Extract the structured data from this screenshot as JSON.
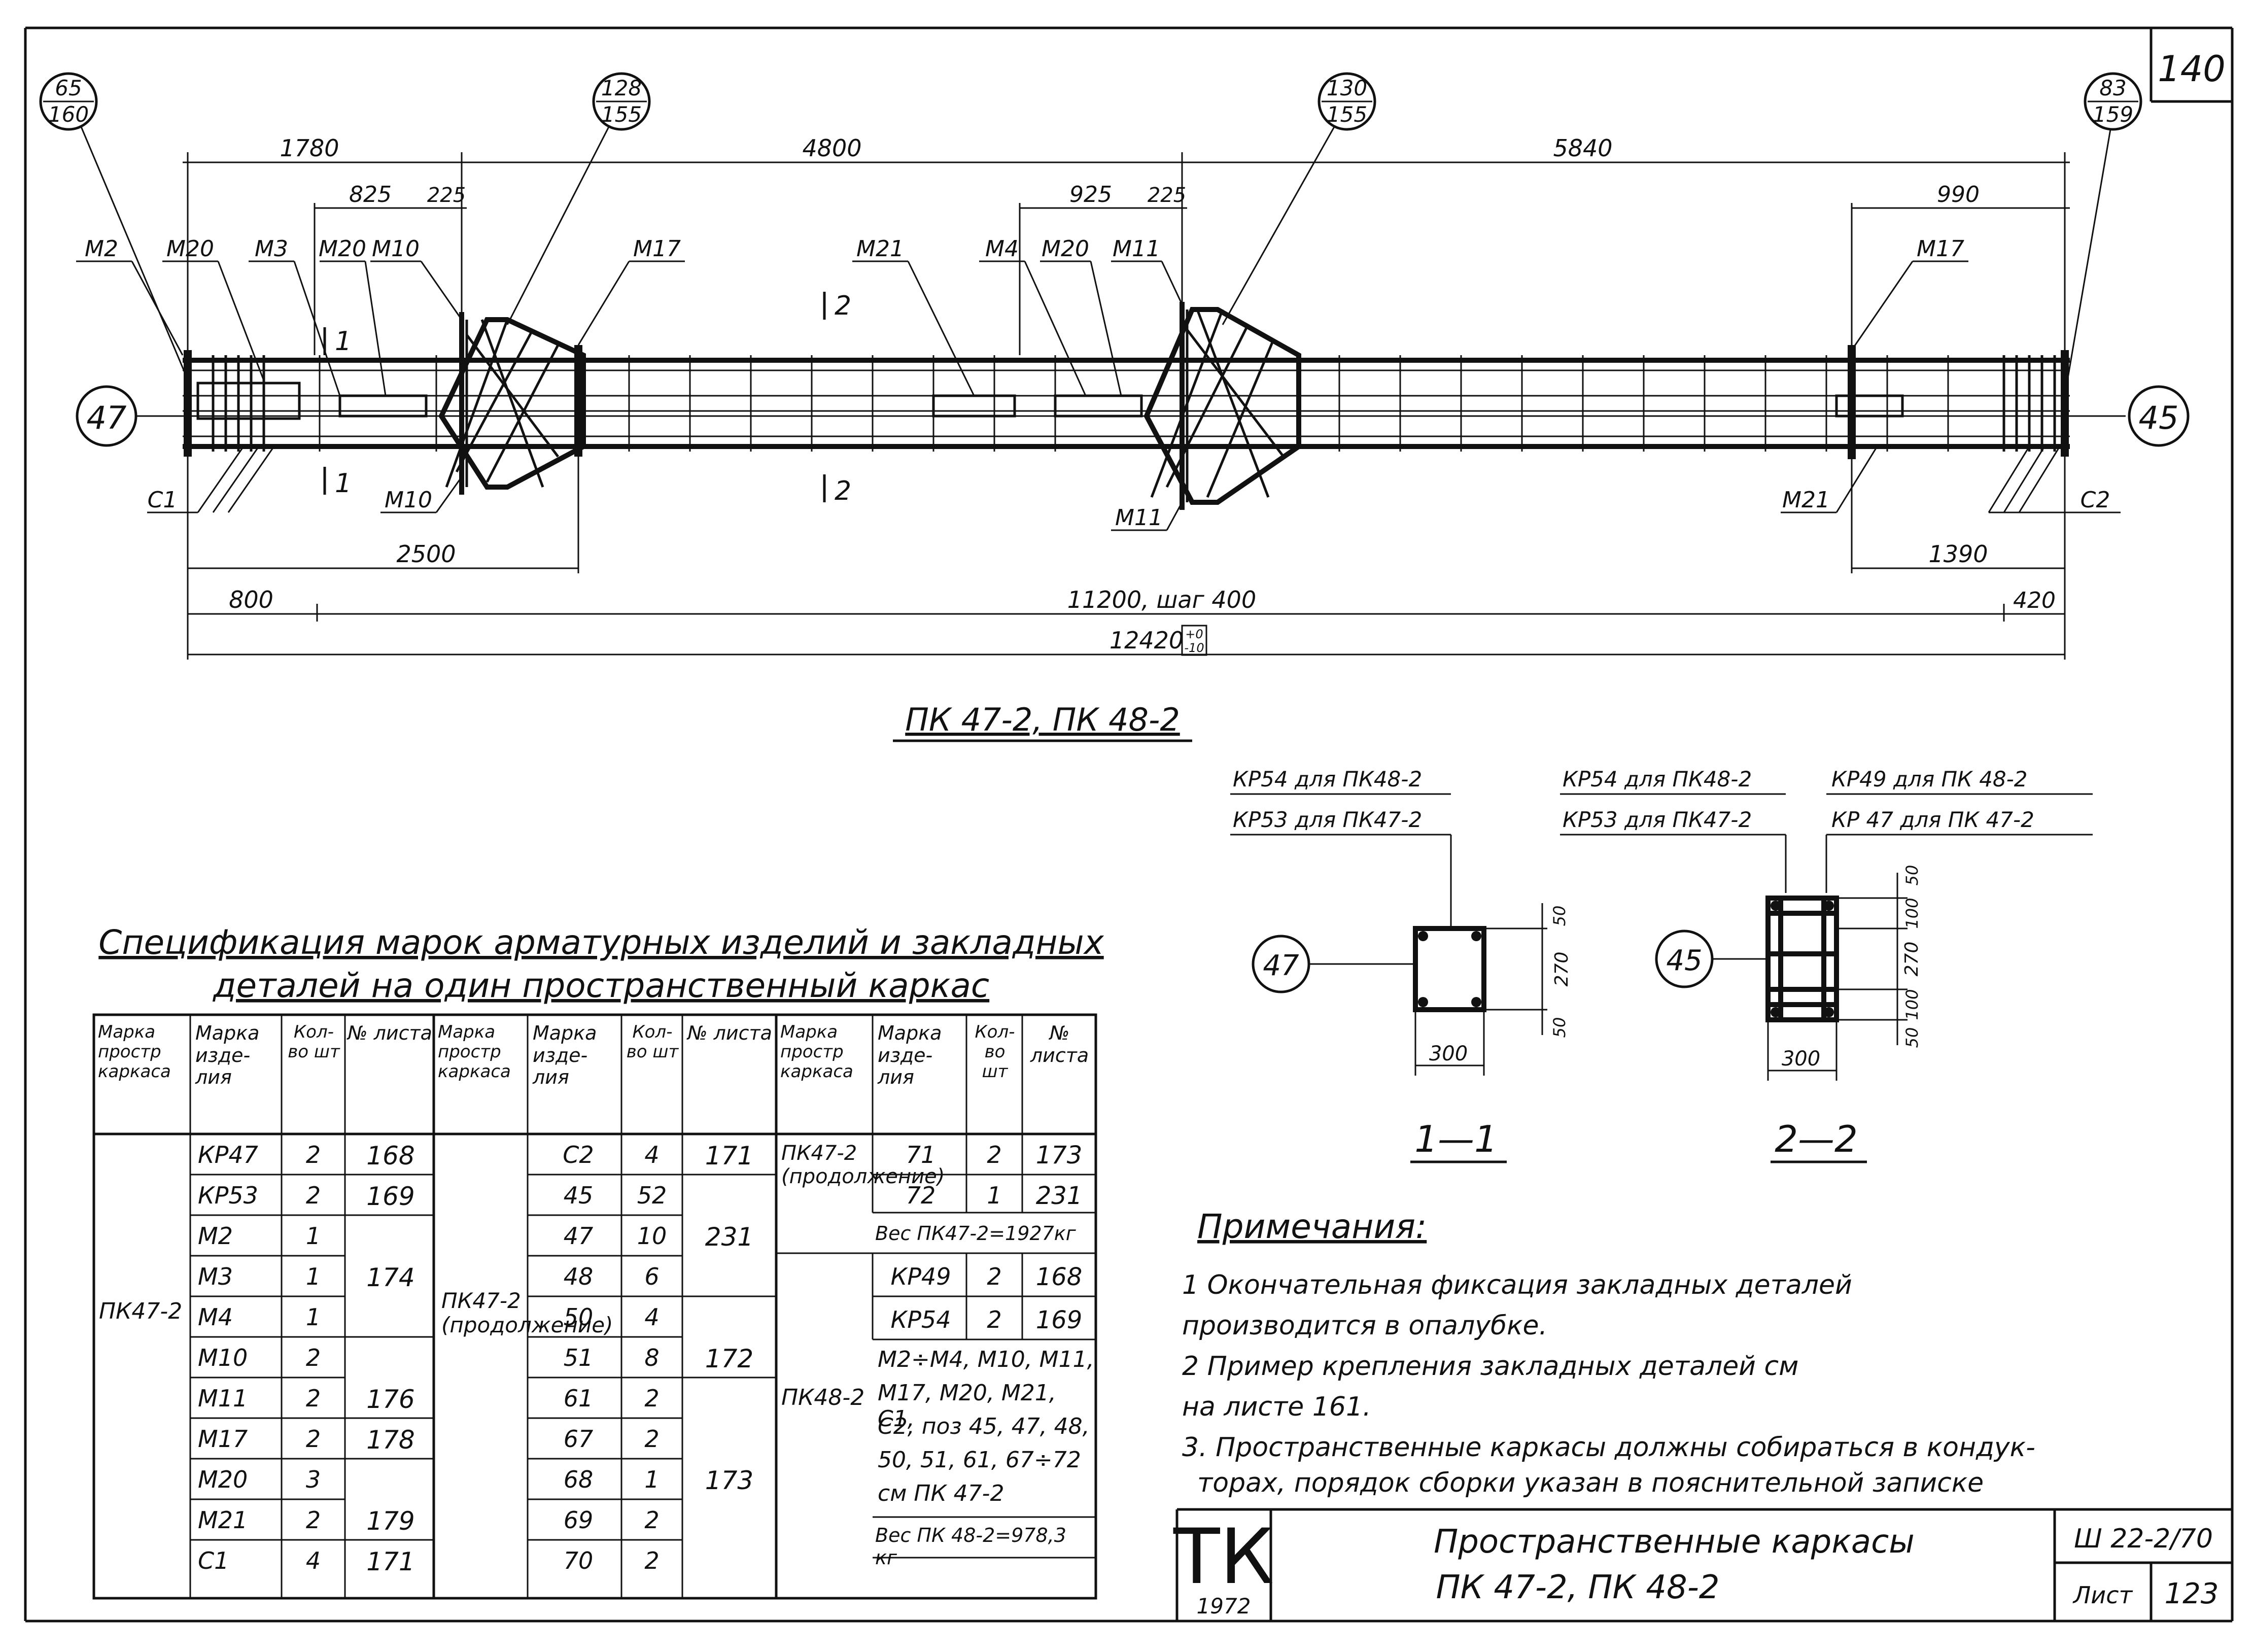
{
  "sheet": {
    "page_number": "140",
    "drawing_code": "Ш 22-2/70",
    "sheet_label": "Лист",
    "sheet_number": "123",
    "org_logo": "ТК",
    "year": "1972",
    "title_line1": "Пространственные каркасы",
    "title_line2": "ПК 47-2, ПК 48-2"
  },
  "elevation": {
    "caption": "ПК 47-2, ПК 48-2",
    "axis_left": "47",
    "axis_right": "45",
    "callout_left": {
      "top": "65",
      "bottom": "160"
    },
    "callout_mid1": {
      "top": "128",
      "bottom": "155"
    },
    "callout_mid2": {
      "top": "130",
      "bottom": "155"
    },
    "callout_right": {
      "top": "83",
      "bottom": "159"
    },
    "dims_top": {
      "d1780": "1780",
      "d4800": "4800",
      "d5840": "5840",
      "d825": "825",
      "d225a": "225",
      "d925": "925",
      "d225b": "225",
      "d990": "990"
    },
    "dims_bottom": {
      "d2500": "2500",
      "d1390": "1390",
      "d800": "800",
      "d11200": "11200, шаг 400",
      "d420": "420",
      "d12420": "12420",
      "tol_plus": "+0",
      "tol_minus": "-10"
    },
    "marks_top": {
      "m2": "М2",
      "m20a": "М20",
      "m3": "М3",
      "m20b": "М20",
      "m10": "М10",
      "m17a": "М17",
      "m21": "М21",
      "m4": "М4",
      "m20c": "М20",
      "m11": "М11",
      "m17b": "М17"
    },
    "marks_bottom": {
      "c1": "С1",
      "m10": "М10",
      "m11": "М11",
      "m21": "М21",
      "c2": "С2"
    },
    "section_marks": {
      "s1": "1",
      "s2": "2"
    }
  },
  "section_11": {
    "caption": "1—1",
    "axis": "47",
    "label_kr54": "КР54 для ПК48-2",
    "label_kr53": "КР53 для ПК47-2",
    "dim_width": "300",
    "dim_height": "270",
    "dim_top": "50",
    "dim_bottom": "50"
  },
  "section_22": {
    "caption": "2—2",
    "axis": "45",
    "label_kr54": "КР54 для ПК48-2",
    "label_kr53": "КР53 для ПК47-2",
    "label_kr49": "КР49 для ПК 48-2",
    "label_kr47": "КР 47 для ПК 47-2",
    "dim_width": "300",
    "dims_right": [
      "50",
      "100",
      "270",
      "100",
      "50"
    ]
  },
  "spec": {
    "title_line1": "Спецификация марок арматурных изделий и закладных",
    "title_line2": "деталей на один пространственный каркас",
    "header": {
      "marka_prostr": "Марка простр каркаса",
      "marka_izd": "Марка изде-лия",
      "kol": "Кол-во шт",
      "list": "№ листа"
    },
    "group1_label": "ПК47-2",
    "group1_rows": [
      {
        "mark": "КР47",
        "qty": "2",
        "sheet": "168"
      },
      {
        "mark": "КР53",
        "qty": "2",
        "sheet": "169"
      },
      {
        "mark": "М2",
        "qty": "1",
        "sheet": ""
      },
      {
        "mark": "М3",
        "qty": "1",
        "sheet": "174"
      },
      {
        "mark": "М4",
        "qty": "1",
        "sheet": ""
      },
      {
        "mark": "М10",
        "qty": "2",
        "sheet": ""
      },
      {
        "mark": "М11",
        "qty": "2",
        "sheet": "176"
      },
      {
        "mark": "М17",
        "qty": "2",
        "sheet": "178"
      },
      {
        "mark": "М20",
        "qty": "3",
        "sheet": ""
      },
      {
        "mark": "М21",
        "qty": "2",
        "sheet": "179"
      },
      {
        "mark": "С1",
        "qty": "4",
        "sheet": "171"
      }
    ],
    "group2_label": "ПК47-2 (продолжение)",
    "group2_rows": [
      {
        "mark": "С2",
        "qty": "4",
        "sheet": "171"
      },
      {
        "mark": "45",
        "qty": "52",
        "sheet": ""
      },
      {
        "mark": "47",
        "qty": "10",
        "sheet": "231"
      },
      {
        "mark": "48",
        "qty": "6",
        "sheet": ""
      },
      {
        "mark": "50",
        "qty": "4",
        "sheet": ""
      },
      {
        "mark": "51",
        "qty": "8",
        "sheet": "172"
      },
      {
        "mark": "61",
        "qty": "2",
        "sheet": ""
      },
      {
        "mark": "67",
        "qty": "2",
        "sheet": ""
      },
      {
        "mark": "68",
        "qty": "1",
        "sheet": "173"
      },
      {
        "mark": "69",
        "qty": "2",
        "sheet": ""
      },
      {
        "mark": "70",
        "qty": "2",
        "sheet": ""
      }
    ],
    "group3_label": "ПК47-2 (продолжение)",
    "group3_rows": [
      {
        "mark": "71",
        "qty": "2",
        "sheet": "173"
      },
      {
        "mark": "72",
        "qty": "1",
        "sheet": "231"
      }
    ],
    "weight_pk47": "Вес ПК47-2=1927кг",
    "group4_label": "ПК48-2",
    "group4_rows": [
      {
        "mark": "КР49",
        "qty": "2",
        "sheet": "168"
      },
      {
        "mark": "КР54",
        "qty": "2",
        "sheet": "169"
      }
    ],
    "pk48_note_lines": [
      "М2÷М4, М10, М11,",
      "М17, М20, М21, С1,",
      "С2, поз 45, 47, 48,",
      "50, 51, 61, 67÷72",
      "см ПК 47-2"
    ],
    "weight_pk48": "Вес ПК 48-2=978,3 кг"
  },
  "notes": {
    "heading": "Примечания:",
    "lines": [
      "1 Окончательная фиксация закладных деталей",
      "производится в опалубке.",
      "2 Пример крепления закладных деталей см",
      "на листе 161.",
      "3. Пространственные каркасы должны собираться в кондук-",
      "торах, порядок сборки указан в пояснительной записке"
    ]
  }
}
